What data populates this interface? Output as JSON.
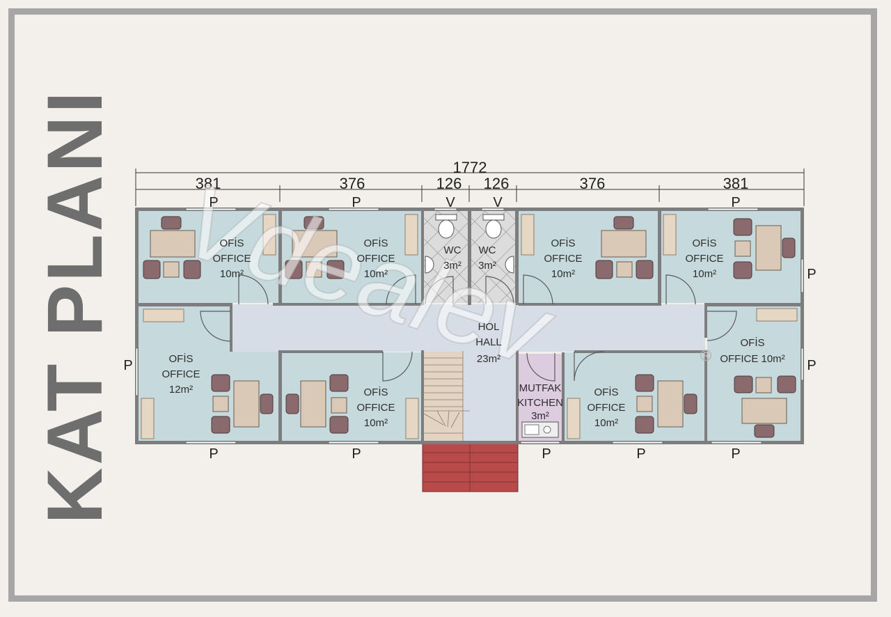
{
  "title": "KAT PLANI",
  "watermark": "Vdealev",
  "watermark_mark": "®",
  "dimensions": {
    "total": "1772",
    "segments": [
      "381",
      "376",
      "126",
      "126",
      "376",
      "381"
    ]
  },
  "markers": {
    "window": "P",
    "vent": "V"
  },
  "rooms": [
    {
      "id": "office-1",
      "lines": [
        "OFİS",
        "OFFICE",
        "10m²"
      ]
    },
    {
      "id": "office-2",
      "lines": [
        "OFİS",
        "OFFICE",
        "10m²"
      ]
    },
    {
      "id": "wc-1",
      "lines": [
        "WC",
        "3m²"
      ]
    },
    {
      "id": "wc-2",
      "lines": [
        "WC",
        "3m²"
      ]
    },
    {
      "id": "office-3",
      "lines": [
        "OFİS",
        "OFFICE",
        "10m²"
      ]
    },
    {
      "id": "office-4",
      "lines": [
        "OFİS",
        "OFFICE",
        "10m²"
      ]
    },
    {
      "id": "hall",
      "lines": [
        "HOL",
        "HALL",
        "23m²"
      ]
    },
    {
      "id": "office-5",
      "lines": [
        "OFİS",
        "OFFICE",
        "12m²"
      ]
    },
    {
      "id": "office-6",
      "lines": [
        "OFİS",
        "OFFICE",
        "10m²"
      ]
    },
    {
      "id": "kitchen",
      "lines": [
        "MUTFAK",
        "KITCHEN",
        "3m²"
      ]
    },
    {
      "id": "office-7",
      "lines": [
        "OFİS",
        "OFFICE",
        "10m²"
      ]
    },
    {
      "id": "office-8",
      "lines": [
        "OFİS",
        "OFFICE 10m²"
      ]
    }
  ],
  "colors": {
    "room_fill": "#c6d9dc",
    "hall_fill": "#d6dde6",
    "wc_fill": "#dcdcdc",
    "kitchen_fill": "#ddcbe0",
    "stair_fill": "#e3d3c3",
    "entrance_fill": "#b94a4a",
    "wall": "#7d7d7d",
    "title": "#6e6e6e",
    "frame": "#a7a6a6",
    "background": "#f3f0eb"
  }
}
